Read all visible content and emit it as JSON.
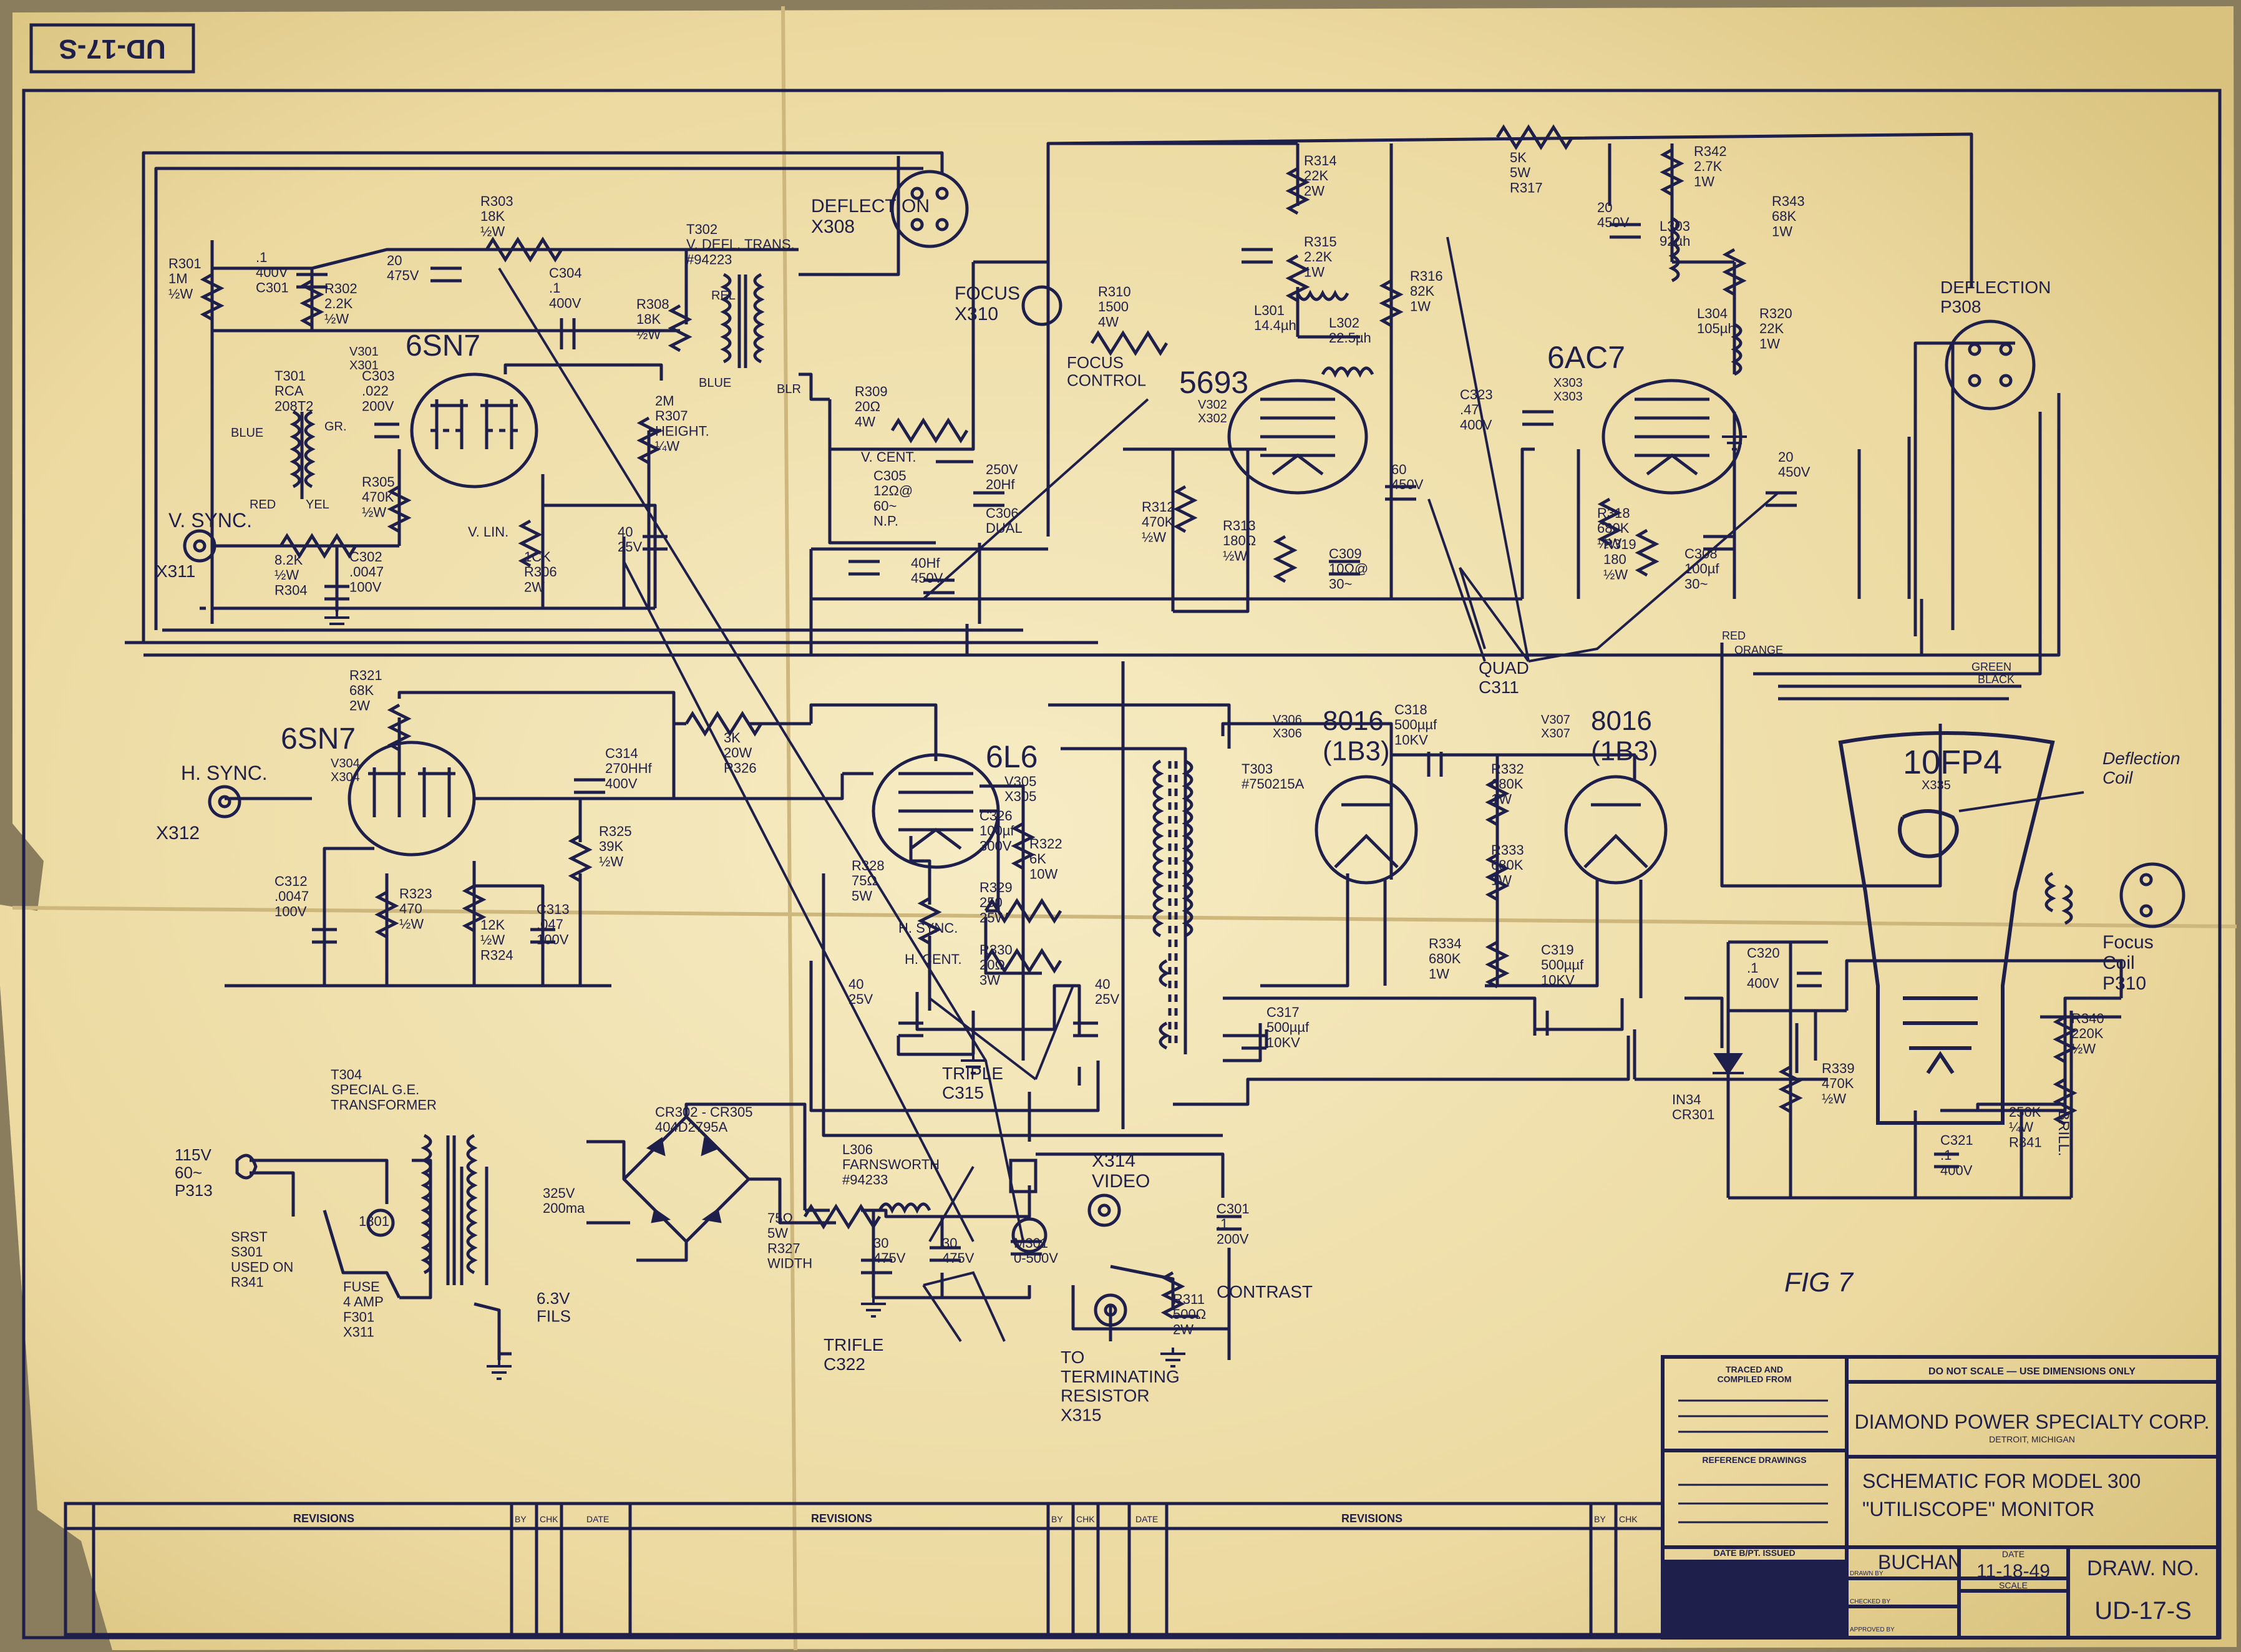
{
  "drawing_no_corner": "UD-17-S",
  "labels": {
    "deflection_x308": "DEFLECTION\nX308",
    "focus_x310": "FOCUS\nX310",
    "focus_control": "FOCUS\nCONTROL",
    "deflection_p308": "DEFLECTION\nP308",
    "deflection_coil": "Deflection\nCoil",
    "focus_coil": "Focus\nCoil\nP310",
    "v_sync": "V. SYNC.",
    "h_sync": "H. SYNC.",
    "x311": "X311",
    "x312": "X312",
    "quad": "QUAD\nC311",
    "triple": "TRIPLE\nC315",
    "trifle": "TRIFLE\nC322",
    "fig": "FIG 7",
    "video": "X314\nVIDEO",
    "terminating": "TO\nTERMINATING\nRESISTOR\nX315",
    "contrast": "CONTRAST",
    "ac_in": "115V\n60~\nP313",
    "switch": "SRST\nS301\nUSED ON\nR341",
    "fuse": "FUSE\n4 AMP\nF301\nX311",
    "fils": "6.3V\nFILS",
    "brill": "BRILL.",
    "wire_red": "RED",
    "wire_orange": "ORANGE",
    "wire_green": "GREEN",
    "wire_black": "BLACK",
    "blue": "BLUE",
    "red": "RED",
    "yel": "YEL",
    "gr": "GR.",
    "rel": "REL",
    "blr": "BLR",
    "blue2": "BLUE"
  },
  "tubes": [
    {
      "type": "6SN7",
      "ref": "V301\nX301"
    },
    {
      "type": "5693",
      "ref": "V302\nX302"
    },
    {
      "type": "6AC7",
      "ref": "X303\nX303"
    },
    {
      "type": "6SN7",
      "ref": "V304\nX304"
    },
    {
      "type": "6L6",
      "ref": "V305\nX305"
    },
    {
      "type": "8016\n(1B3)",
      "ref": "V306\nX306"
    },
    {
      "type": "8016\n(1B3)",
      "ref": "V307\nX307"
    },
    {
      "type": "10FP4",
      "ref": "X335"
    }
  ],
  "components": [
    "R303\n18K\n½W",
    "20\n475V",
    "C304\n.1\n400V",
    "R301\n1M\n½W",
    ".1\n400V\nC301",
    "R302\n2.2K\n½W",
    "T302\nV. DEFL. TRANS.\n#94223",
    "R308\n18K\n½W",
    "R314\n22K\n2W",
    "R315\n2.2K\n1W",
    "L301\n14.4µh",
    "L302\n22.5µh",
    "5K\n5W\nR317",
    "20\n450V",
    "R342\n2.7K\n1W",
    "L303\n92µh",
    "R343\n68K\n1W",
    "R316\n82K\n1W",
    "L304\n105µh",
    "R320\n22K\n1W",
    "R310\n1500\n4W",
    "T301\nRCA\n208T2",
    "C303\n.022\n200V",
    "R305\n470K\n½W",
    "R309\n20Ω\n4W",
    "V. CENT.",
    "C305\n12Ω@\n60~\nN.P.",
    "2M\nR307\nHEIGHT.\n¼W",
    "C323\n.47\n400V",
    "60\n450V",
    "250V\n20Hf",
    "C306\nDUAL",
    "40\n25V",
    "V. LIN.",
    "1CK\nR306\n2W",
    "R312\n470K\n½W",
    "R313\n180Ω\n½W",
    "C309\n10Ω@\n30~",
    "R318\n680K\n½W",
    "R319\n180\n½W",
    "C308\n100µf\n30~",
    "20\n450V",
    "8.2K\n½W\nR304",
    "C302\n.0047\n100V",
    "40Hf\n450V",
    "R321\n68K\n2W",
    "C314\n270HHf\n400V",
    "R325\n39K\n½W",
    "C312\n.0047\n100V",
    "R323\n470\n½W",
    "12K\n½W\nR324",
    "C313\n.047\n100V",
    "3K\n20W\nR326",
    "C326\n100µf\n300V",
    "R322\n6K\n10W",
    "T303\n#750215A",
    "R328\n75Ω\n5W",
    "R329\n250\n25W",
    "H. SYNC.",
    "R330\n20Ω\n3W",
    "H. CENT.",
    "40\n25V",
    "40\n25V",
    "C318\n500µµf\n10KV",
    "R332\n680K\n1W",
    "R333\n680K\n1W",
    "R334\n680K\n1W",
    "C319\n500µµf\n10KV",
    "C317\n500µµf\n10KV",
    "C320\n.1\n400V",
    "R339\n470K\n½W",
    "R340\n220K\n½W",
    "250K\n¼W\nR341",
    "C321\n.1\n400V",
    "IN34\nCR301",
    "T304\nSPECIAL G.E.\nTRANSFORMER",
    "CR302 - CR305\n404D2795A",
    "L306\nFARNSWORTH\n#94233",
    "325V\n200ma",
    "75Ω\n5W\nR327\nWIDTH",
    "30\n475V",
    "30\n475V",
    "M301\n0-500V",
    "C301\n.1\n200V",
    "R311\n500Ω\n2W",
    "1301"
  ],
  "title_block": {
    "traced": "TRACED AND\nCOMPILED FROM",
    "reference": "REFERENCE DRAWINGS",
    "date_issued": "DATE B/PT. ISSUED",
    "do_not_scale": "DO NOT SCALE  —  USE DIMENSIONS ONLY",
    "company": "DIAMOND POWER SPECIALTY CORP.",
    "city": "DETROIT, MICHIGAN",
    "title_line1": "SCHEMATIC FOR MODEL 300",
    "title_line2": "\"UTILISCOPE\" MONITOR",
    "drawn_by": "BUCHAN",
    "drawn_label": "DRAWN BY",
    "checked_label": "CHECKED BY",
    "approved_label": "APPROVED BY",
    "date_label": "DATE",
    "date": "11-18-49",
    "scale_label": "SCALE",
    "draw_no_label": "DRAW. NO.",
    "draw_no": "UD-17-S"
  },
  "revisions": {
    "revisions": "REVISIONS",
    "by": "BY",
    "chk": "CHK",
    "date": "DATE"
  },
  "colors": {
    "paper": "#ecd9a0",
    "paper_light": "#f6ecc4",
    "ink": "#1e1f4a",
    "background": "#8a7d5e"
  }
}
